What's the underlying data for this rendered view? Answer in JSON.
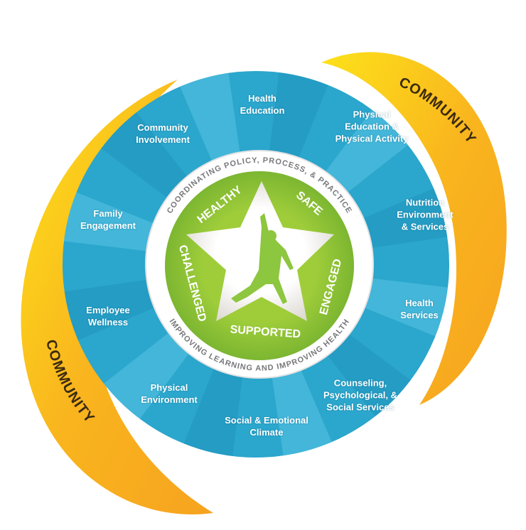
{
  "community_labels": [
    "COMMUNITY",
    "COMMUNITY"
  ],
  "segments": [
    {
      "label": "Health\nEducation"
    },
    {
      "label": "Physical\nEducation &\nPhysical Activity"
    },
    {
      "label": "Nutrition\nEnvironment\n& Services"
    },
    {
      "label": "Health\nServices"
    },
    {
      "label": "Counseling,\nPsychological, &\nSocial Services"
    },
    {
      "label": "Social & Emotional\nClimate"
    },
    {
      "label": "Physical\nEnvironment"
    },
    {
      "label": "Employee\nWellness"
    },
    {
      "label": "Family\nEngagement"
    },
    {
      "label": "Community\nInvolvement"
    }
  ],
  "ring_text": {
    "top": "COORDINATING POLICY, PROCESS, & PRACTICE",
    "bottom": "IMPROVING LEARNING AND IMPROVING HEALTH"
  },
  "star_words": [
    "HEALTHY",
    "SAFE",
    "ENGAGED",
    "SUPPORTED",
    "CHALLENGED"
  ],
  "colors": {
    "blue": "#29a9cf",
    "blue_light": "#5cc6e6",
    "orange": "#f7a823",
    "yellow": "#fcd116",
    "green": "#8dc63f",
    "gray_text": "#77787b"
  }
}
